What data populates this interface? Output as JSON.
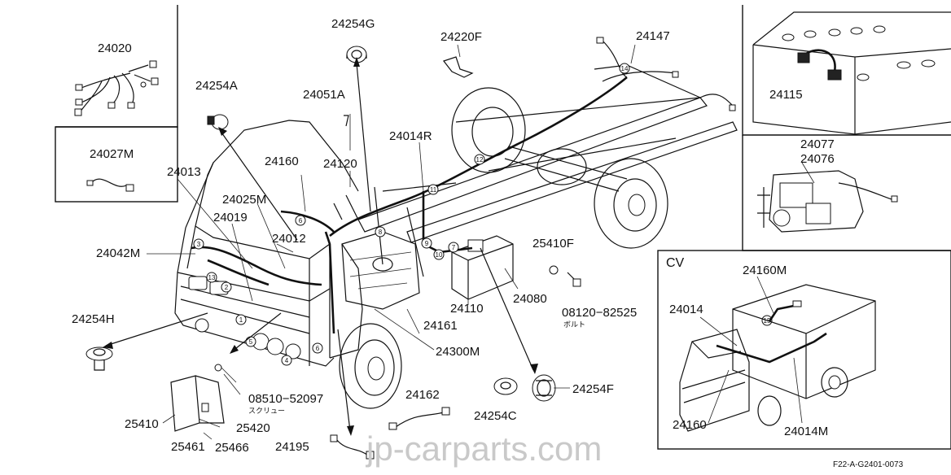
{
  "parts": {
    "p24020": "24020",
    "p24027M": "24027M",
    "p24254A": "24254A",
    "p24051A": "24051A",
    "p24254G": "24254G",
    "p24220F": "24220F",
    "p24147": "24147",
    "p24115": "24115",
    "p24077": "24077",
    "p24076": "24076",
    "p24014R": "24014R",
    "p24120": "24120",
    "p24160": "24160",
    "p24013": "24013",
    "p24025M": "24025M",
    "p24019": "24019",
    "p24012": "24012",
    "p24042M": "24042M",
    "p25410F": "25410F",
    "p24080": "24080",
    "p24110": "24110",
    "p08120": "08120−82525",
    "p24161": "24161",
    "p24254H": "24254H",
    "p24300M": "24300M",
    "p24254F": "24254F",
    "p24254C": "24254C",
    "p24162": "24162",
    "p08510": "08510−52097",
    "p25410": "25410",
    "p25420": "25420",
    "p25461": "25461",
    "p25466": "25466",
    "p24195": "24195",
    "cv24160M": "24160M",
    "cv24014": "24014",
    "cv24160": "24160",
    "cv24014M": "24014M"
  },
  "notes": {
    "bolt_jp": "ボルト",
    "screw_jp": "スクリュー",
    "cv_label": "CV"
  },
  "callouts": [
    "1",
    "2",
    "3",
    "4",
    "5",
    "6",
    "7",
    "8",
    "9",
    "10",
    "11",
    "12",
    "13",
    "14",
    "15"
  ],
  "footer": {
    "code": "F22-A-G2401-0073",
    "watermark": "jp-carparts.com"
  }
}
